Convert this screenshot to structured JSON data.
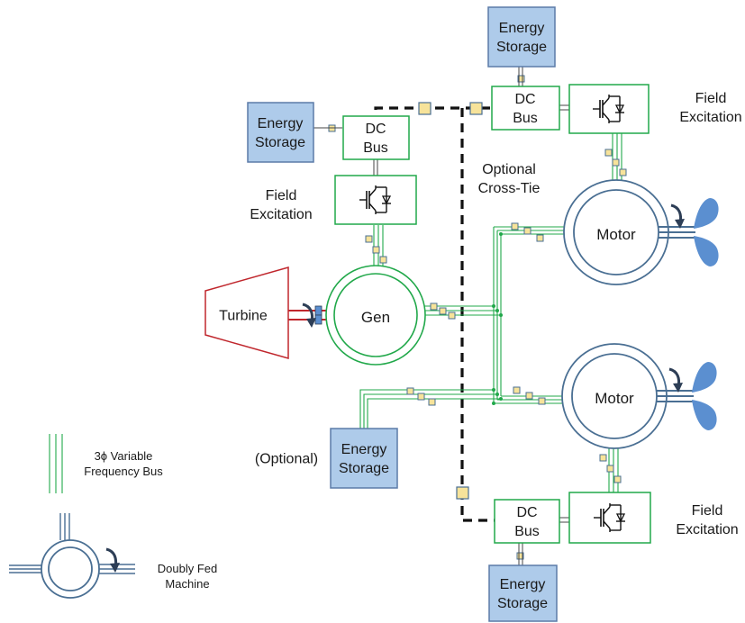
{
  "labels": {
    "energy_storage": "Energy\nStorage",
    "energy_storage_optional": "Energy\nStorage",
    "optional_prefix": "(Optional)",
    "dc_bus": "DC\nBus",
    "field_excitation": "Field\nExcitation",
    "turbine": "Turbine",
    "gen": "Gen",
    "motor": "Motor",
    "optional_cross_tie": "Optional\nCross-Tie"
  },
  "legend": {
    "bus_label": "3ϕ Variable\nFrequency Bus",
    "machine_label": "Doubly Fed\nMachine"
  },
  "colors": {
    "storage_fill": "#aecbea",
    "storage_stroke": "#5b7ba8",
    "green": "#21a84a",
    "turbine_red": "#c0272d",
    "machine_blue": "#4a6f93",
    "prop_fill": "#5b8fd0",
    "connector_fill": "#f7e39a",
    "connector_stroke": "#4a6f93",
    "dash": "#111111"
  }
}
